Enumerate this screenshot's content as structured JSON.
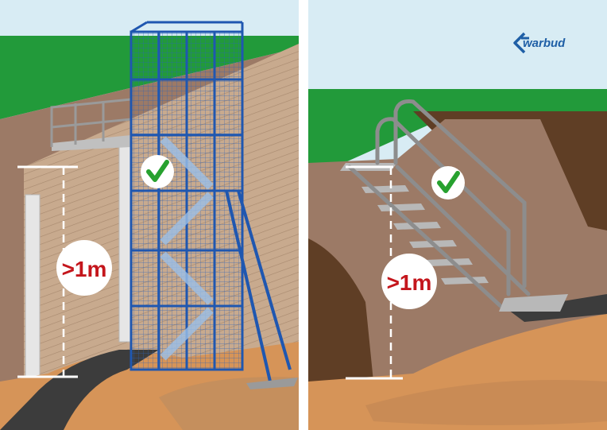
{
  "brand": {
    "logo_text": "warbud",
    "color": "#1f5fa6"
  },
  "left_panel": {
    "height_label": ">1m",
    "check_mark": "approved-check",
    "structure": "stair-tower",
    "colors": {
      "sky": "#d8ecf4",
      "grass": "#229a3a",
      "soil_light": "#d69458",
      "soil_mid": "#9c7a66",
      "retaining_wall": "#c8aa8e",
      "scaffold": "#1f57b0",
      "label_text": "#c4161c"
    }
  },
  "right_panel": {
    "height_label": ">1m",
    "check_mark": "approved-check",
    "structure": "ladder-stair",
    "colors": {
      "sky": "#d8ecf4",
      "grass": "#229a3a",
      "soil_light": "#d69458",
      "soil_dark": "#5f3e25",
      "soil_mid": "#9c7a66",
      "stair_metal": "#8d8d8d",
      "label_text": "#c4161c"
    }
  }
}
